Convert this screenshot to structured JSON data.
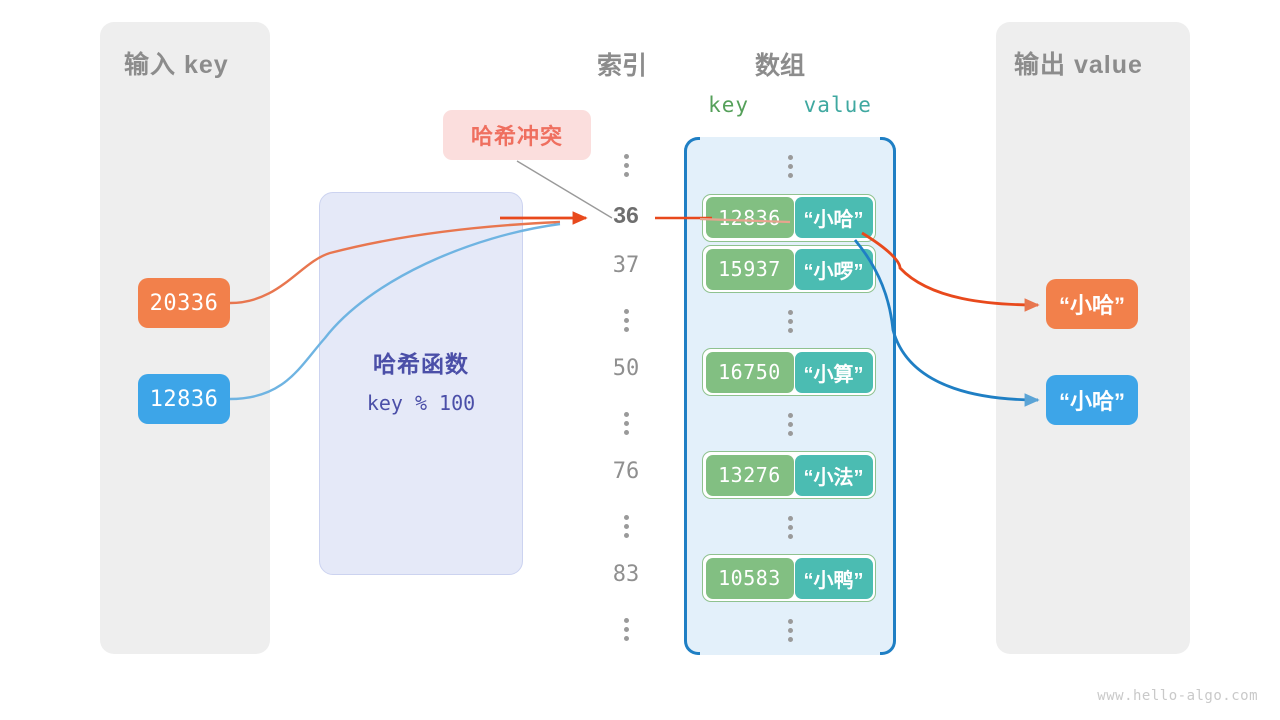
{
  "panels": {
    "input": {
      "title": "输入 key"
    },
    "output": {
      "title": "输出 value"
    }
  },
  "headings": {
    "index": "索引",
    "array": "数组",
    "key": "key",
    "value": "value"
  },
  "hash_function": {
    "title": "哈希函数",
    "formula": "key % 100"
  },
  "collision": {
    "label": "哈希冲突"
  },
  "index_column": [
    {
      "kind": "dots"
    },
    {
      "kind": "num",
      "label": "36",
      "active": true
    },
    {
      "kind": "num",
      "label": "37",
      "active": false
    },
    {
      "kind": "dots"
    },
    {
      "kind": "num",
      "label": "50",
      "active": false
    },
    {
      "kind": "dots"
    },
    {
      "kind": "num",
      "label": "76",
      "active": false
    },
    {
      "kind": "dots"
    },
    {
      "kind": "num",
      "label": "83",
      "active": false
    },
    {
      "kind": "dots"
    }
  ],
  "array_rows": [
    {
      "kind": "dots"
    },
    {
      "kind": "entry",
      "key": "12836",
      "value": "“小哈”"
    },
    {
      "kind": "entry",
      "key": "15937",
      "value": "“小啰”"
    },
    {
      "kind": "dots"
    },
    {
      "kind": "entry",
      "key": "16750",
      "value": "“小算”"
    },
    {
      "kind": "dots"
    },
    {
      "kind": "entry",
      "key": "13276",
      "value": "“小法”"
    },
    {
      "kind": "dots"
    },
    {
      "kind": "entry",
      "key": "10583",
      "value": "“小鸭”"
    },
    {
      "kind": "dots"
    }
  ],
  "inputs": [
    {
      "label": "20336",
      "color": "#f2804b"
    },
    {
      "label": "12836",
      "color": "#3da5e8"
    }
  ],
  "outputs": [
    {
      "label": "“小哈”",
      "color": "#f2804b"
    },
    {
      "label": "“小哈”",
      "color": "#3da5e8"
    }
  ],
  "colors": {
    "key_cell": "#82bf82",
    "value_cell": "#4bbcb2",
    "array_fill": "#e3f0fa",
    "array_bracket": "#1f7fc4",
    "hash_box_fill": "#e5e9f8",
    "hash_box_text": "#4b4fa8",
    "collision_fill": "#fbdedd",
    "collision_text": "#ef6f5f",
    "panel_fill": "#eeeeee",
    "panel_text": "#8c8c8c",
    "orange": "#f2804b",
    "blue": "#3da5e8"
  },
  "watermark": "www.hello-algo.com"
}
